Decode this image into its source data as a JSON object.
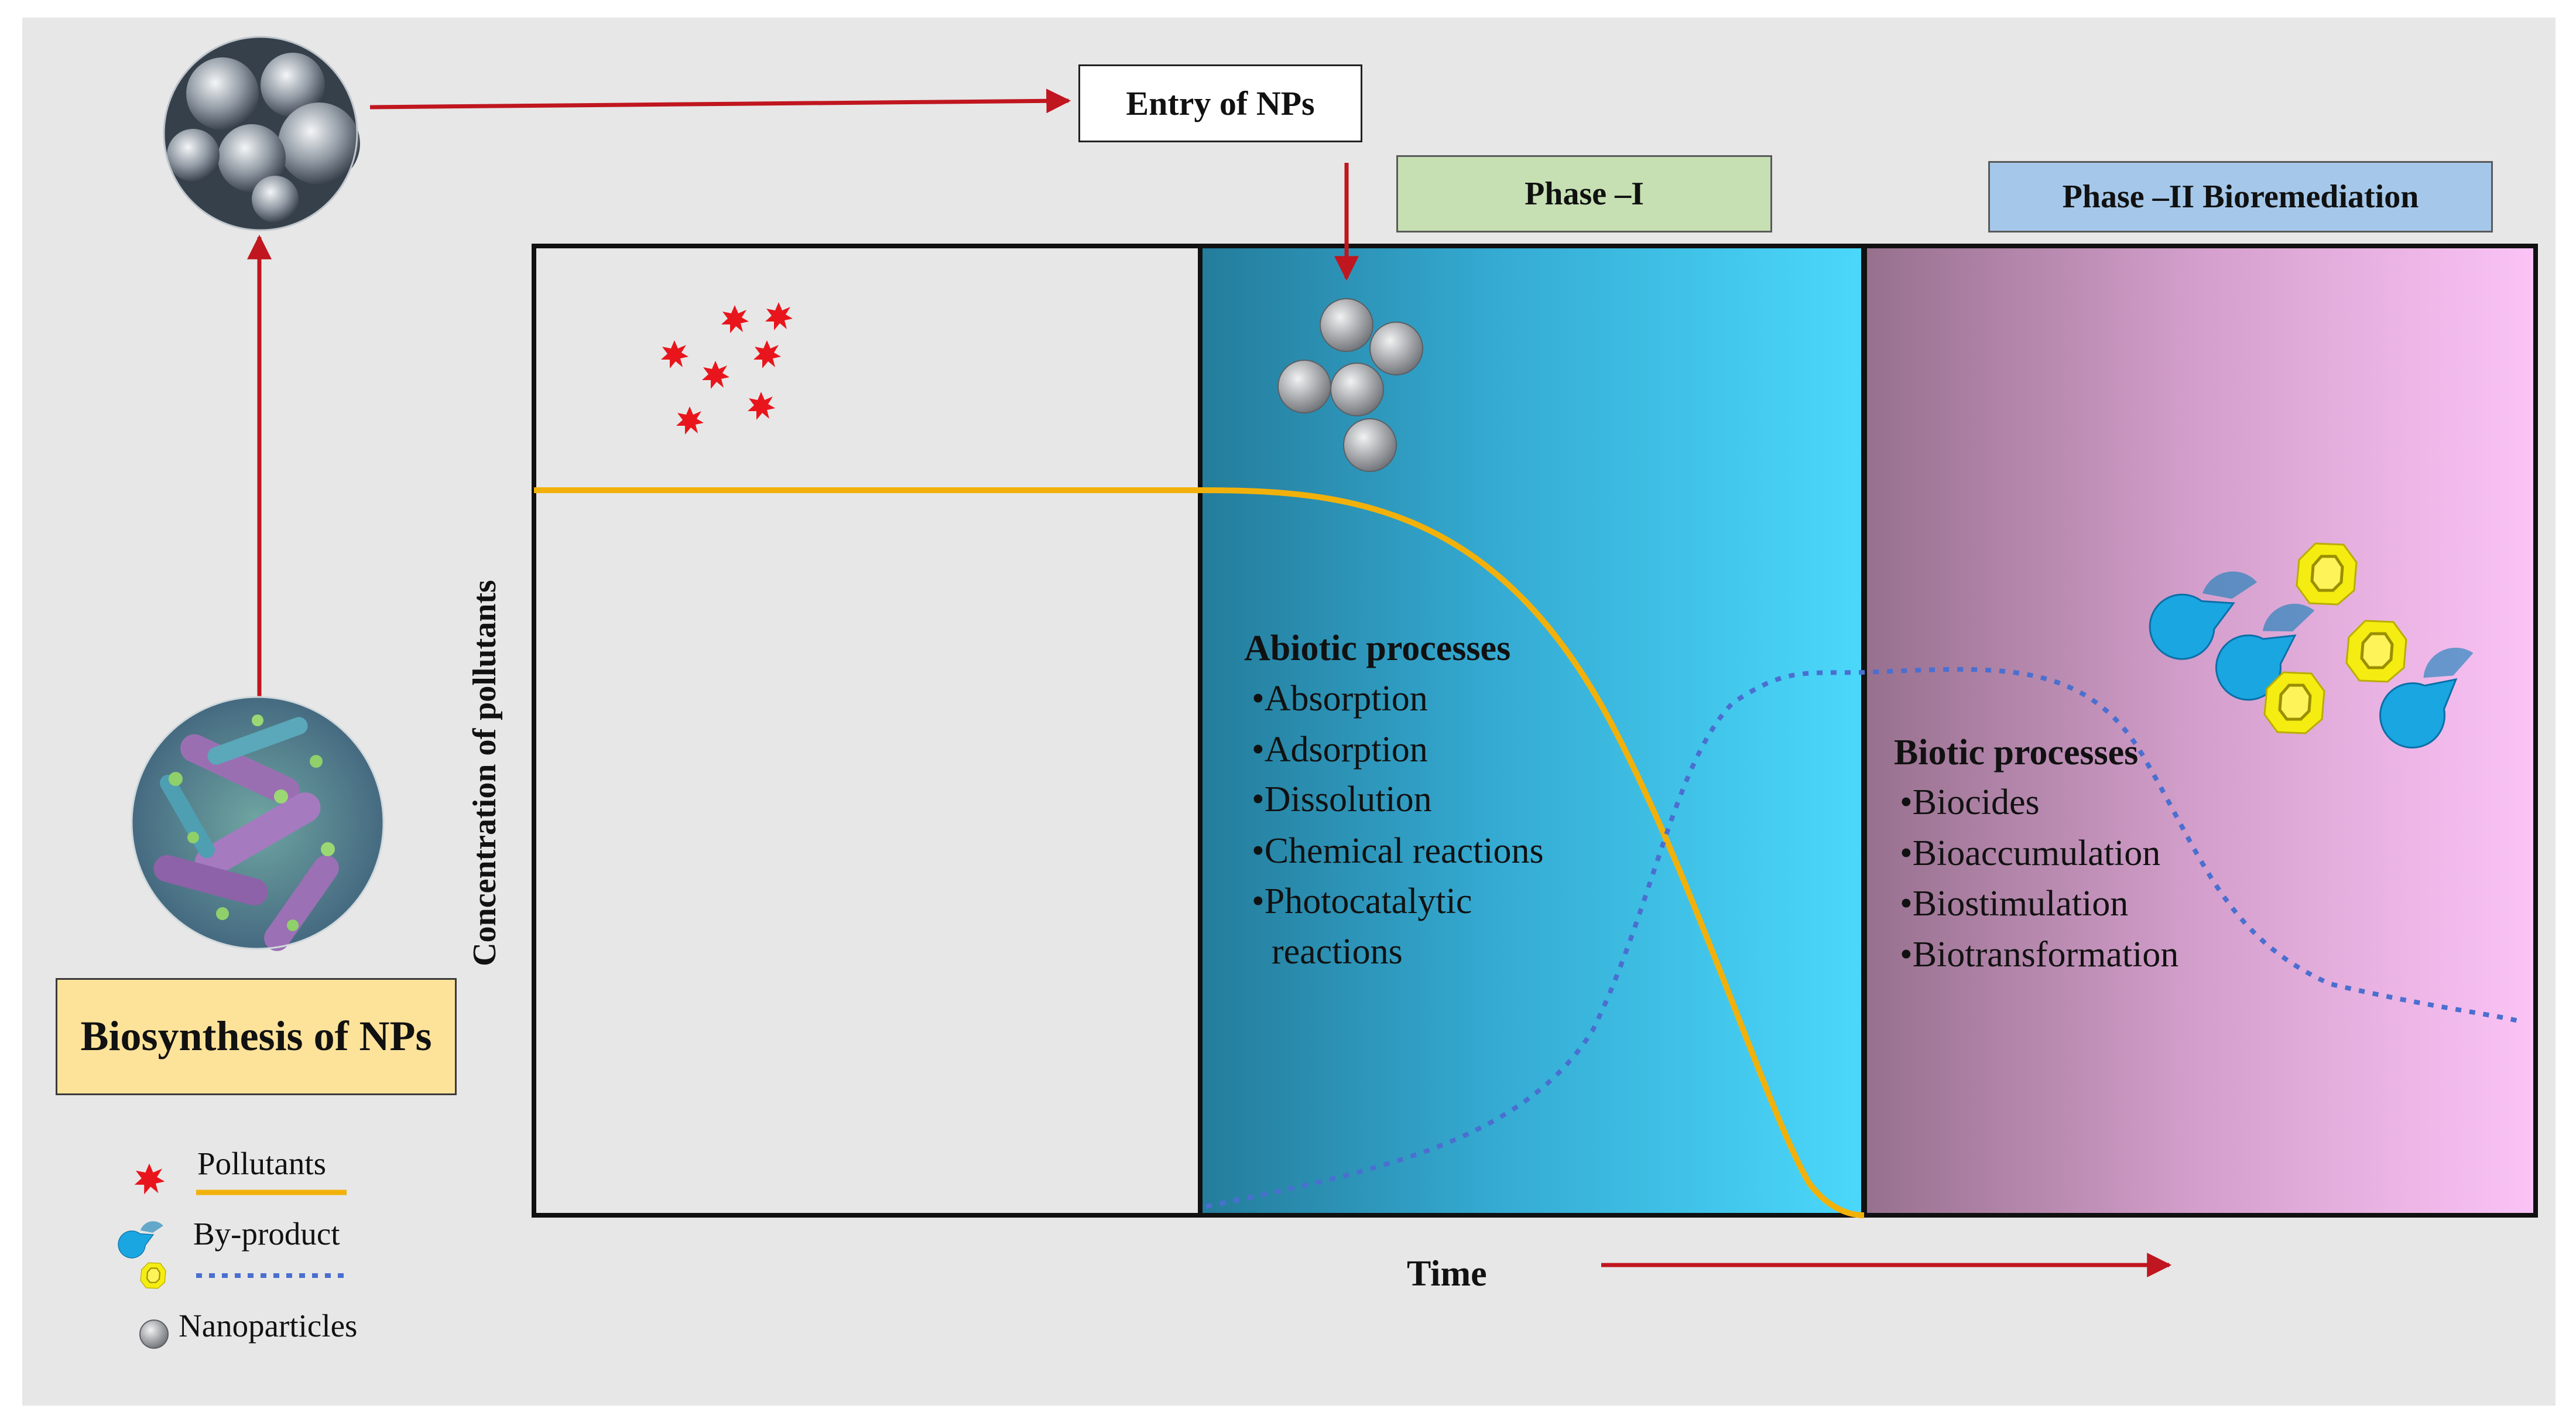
{
  "title_box": {
    "entry": "Entry of NPs",
    "biosynthesis": "Biosynthesis of NPs"
  },
  "phases": {
    "phase1": "Phase –I",
    "phase2": "Phase –II Bioremediation"
  },
  "axes": {
    "y_label": "Concentration of pollutants",
    "x_label": "Time"
  },
  "abiotic": {
    "heading": "Abiotic  processes",
    "items": [
      "•Absorption",
      "•Adsorption",
      "•Dissolution",
      "•Chemical  reactions",
      "•Photocatalytic",
      "reactions"
    ]
  },
  "biotic": {
    "heading": "Biotic processes",
    "items": [
      "•Biocides",
      "•Bioaccumulation",
      "•Biostimulation",
      "•Biotransformation"
    ]
  },
  "legend": {
    "pollutants": "Pollutants",
    "byproduct": "By-product",
    "nanoparticles": "Nanoparticles"
  },
  "colors": {
    "arrow": "#c0161f",
    "pollutant_curve": "#f2b10a",
    "byproduct_curve": "#4a6fd0",
    "phase1_label_bg": "#c6e0b3",
    "phase2_label_bg": "#a5c8ea",
    "biosynthesis_bg": "#fde39a"
  }
}
